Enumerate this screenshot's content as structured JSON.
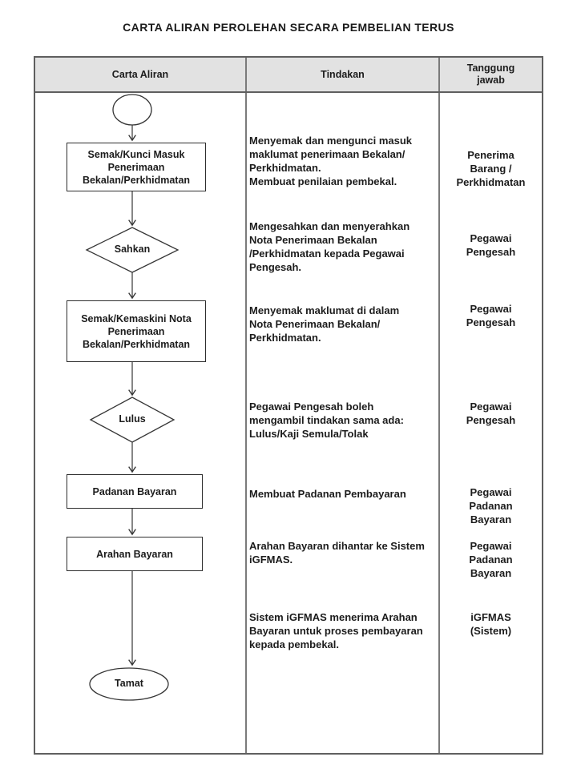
{
  "title": "CARTA ALIRAN PEROLEHAN SECARA PEMBELIAN TERUS",
  "table": {
    "headers": [
      "Carta Aliran",
      "Tindakan",
      "Tanggung\njawab"
    ]
  },
  "flowchart": {
    "steps": {
      "box1": "Semak/Kunci Masuk\nPenerimaan\nBekalan/Perkhidmatan",
      "decision1": "Sahkan",
      "box2": "Semak/Kemaskini Nota\nPenerimaan\nBekalan/Perkhidmatan",
      "decision2": "Lulus",
      "box3": "Padanan Bayaran",
      "box4": "Arahan Bayaran",
      "end": "Tamat"
    }
  },
  "rows": [
    {
      "tindakan": "Menyemak dan mengunci masuk\nmaklumat penerimaan Bekalan/\nPerkhidmatan.\nMembuat penilaian pembekal.",
      "tanggungjawab": "Penerima\nBarang /\nPerkhidmatan"
    },
    {
      "tindakan": "Mengesahkan dan menyerahkan\nNota Penerimaan Bekalan\n/Perkhidmatan kepada Pegawai\nPengesah.",
      "tanggungjawab": "Pegawai\nPengesah"
    },
    {
      "tindakan": "Menyemak maklumat di dalam\nNota Penerimaan Bekalan/\nPerkhidmatan.",
      "tanggungjawab": "Pegawai\nPengesah"
    },
    {
      "tindakan": "Pegawai Pengesah boleh\nmengambil tindakan sama ada:\nLulus/Kaji Semula/Tolak",
      "tanggungjawab": "Pegawai\nPengesah"
    },
    {
      "tindakan": "Membuat Padanan Pembayaran",
      "tanggungjawab": "Pegawai\nPadanan\nBayaran"
    },
    {
      "tindakan": "Arahan Bayaran dihantar ke Sistem\niGFMAS.",
      "tanggungjawab": "Pegawai\nPadanan\nBayaran"
    },
    {
      "tindakan": "Sistem iGFMAS menerima Arahan\nBayaran untuk proses pembayaran\nkepada pembekal.",
      "tanggungjawab": "iGFMAS\n(Sistem)"
    }
  ],
  "colors": {
    "header_bg": "#e2e2e2",
    "table_border": "#5f5f5f",
    "shape_stroke": "#363636",
    "text": "#1c1c1c"
  }
}
